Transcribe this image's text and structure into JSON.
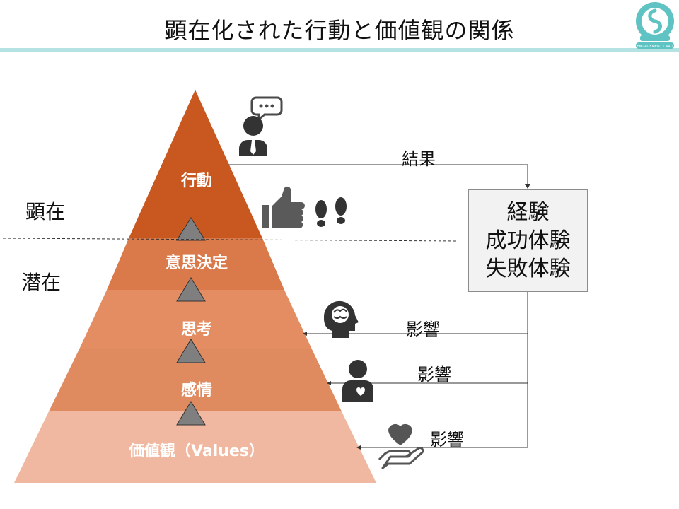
{
  "title": "顕在化された行動と価値観の関係",
  "logo": {
    "text": "ENGAGEMENT CARD",
    "accent": "#5fc3c3"
  },
  "side_labels": {
    "visible": "顕在",
    "latent": "潜在"
  },
  "pyramid": {
    "layers": [
      {
        "label": "行動",
        "color": "#c8581f"
      },
      {
        "label": "意思決定",
        "color": "#da7a4a"
      },
      {
        "label": "思考",
        "color": "#e48d62"
      },
      {
        "label": "感情",
        "color": "#e08a60"
      },
      {
        "label": "価値観（Values）",
        "color": "#f0b8a0"
      }
    ],
    "arrow_color": "#7f7f7f"
  },
  "experience_box": {
    "lines": [
      "経験",
      "成功体験",
      "失敗体験"
    ]
  },
  "connectors": {
    "result_label": "結果",
    "influence_labels": [
      "影響",
      "影響",
      "影響"
    ]
  },
  "icons": [
    "person-speech-icon",
    "thumbs-up-icon",
    "footprints-icon",
    "brain-head-icon",
    "person-heart-icon",
    "heart-hand-icon"
  ]
}
